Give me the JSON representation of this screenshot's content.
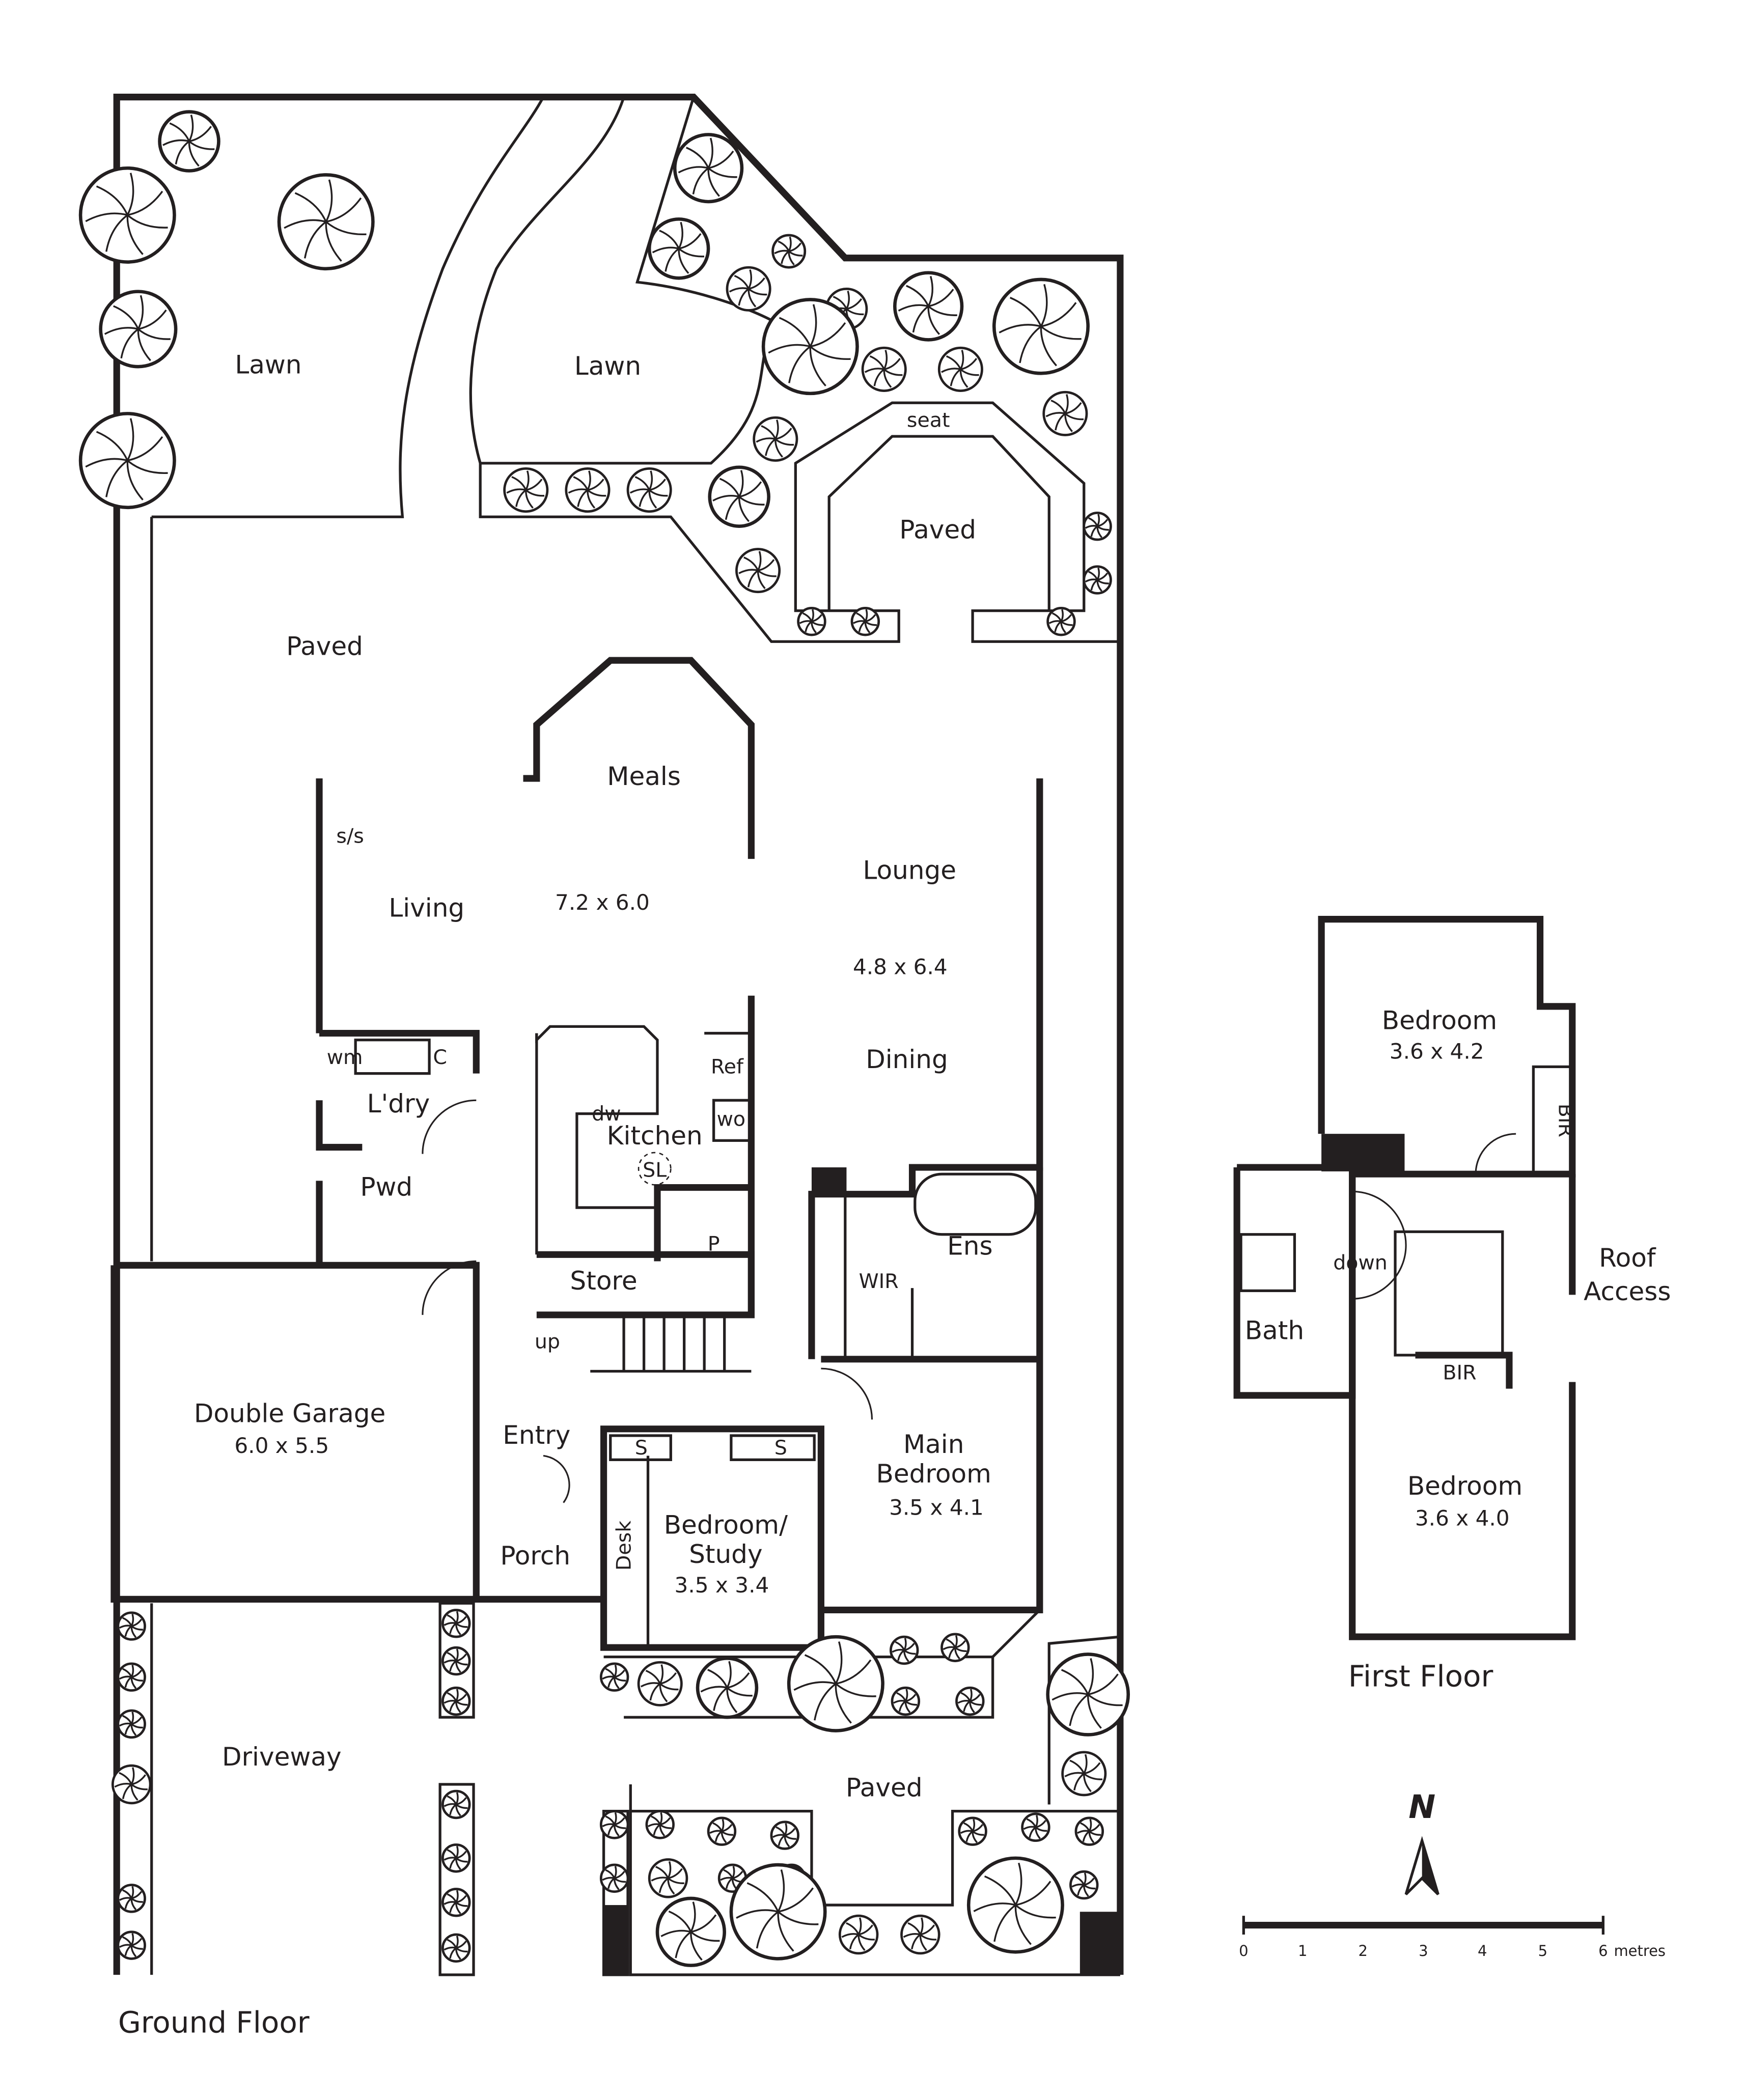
{
  "ground_floor": {
    "title": "Ground Floor",
    "rooms": {
      "lawn_west": "Lawn",
      "lawn_east": "Lawn",
      "seat": "seat",
      "paved_garden": "Paved",
      "paved_side": "Paved",
      "meals": "Meals",
      "living": "Living",
      "living_dim": "7.2 x 6.0",
      "lounge": "Lounge",
      "lounge_dim": "4.8 x 6.4",
      "dining": "Dining",
      "ldry": "L'dry",
      "pwd": "Pwd",
      "kitchen": "Kitchen",
      "store": "Store",
      "wir": "WIR",
      "ens": "Ens",
      "garage": "Double Garage",
      "garage_dim": "6.0 x 5.5",
      "entry": "Entry",
      "porch": "Porch",
      "study": "Bedroom/",
      "study2": "Study",
      "study_dim": "3.5 x 3.4",
      "main_bed": "Main",
      "main_bed2": "Bedroom",
      "main_bed_dim": "3.5 x 4.1",
      "driveway": "Driveway",
      "paved_front": "Paved"
    },
    "fixtures": {
      "ss": "s/s",
      "wm": "wm",
      "c": "C",
      "dw": "dw",
      "ref": "Ref",
      "wo": "wo",
      "sl": "SL",
      "p": "P",
      "up": "up",
      "s1": "S",
      "s2": "S",
      "desk": "Desk"
    }
  },
  "first_floor": {
    "title": "First Floor",
    "bed1": "Bedroom",
    "bed1_dim": "3.6 x 4.2",
    "bir1": "BIR",
    "bath": "Bath",
    "down": "down",
    "roof": "Roof",
    "roof2": "Access",
    "bir2": "BIR",
    "bed2": "Bedroom",
    "bed2_dim": "3.6 x 4.0"
  },
  "north": "N",
  "scale": {
    "ticks": [
      "0",
      "1",
      "2",
      "3",
      "4",
      "5",
      "6"
    ],
    "unit": "metres"
  }
}
